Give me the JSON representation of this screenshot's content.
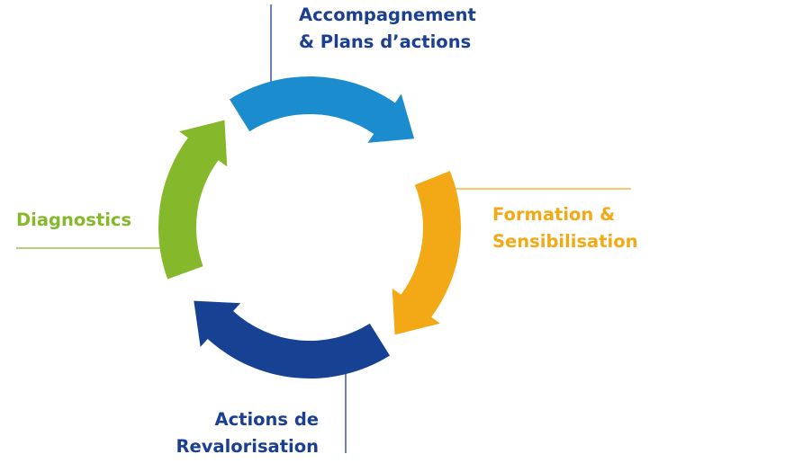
{
  "colors": {
    "blue_dark": "#1b3f92",
    "blue_light": "#1b8ccd",
    "orange": "#f3a915",
    "green": "#86b82b",
    "background": "#ffffff"
  },
  "icons": [
    "arrow-head-icon"
  ],
  "steps": [
    {
      "id": "accompagnement",
      "line1": "Accompagnement",
      "line2": "& Plans d’actions",
      "color": "#1b3f92",
      "arc_color": "#1b8ccd"
    },
    {
      "id": "formation",
      "line1": "Formation &",
      "line2": "Sensibilisation",
      "color": "#f3a915",
      "arc_color": "#f3a915"
    },
    {
      "id": "actions",
      "line1": "Actions de",
      "line2": "Revalorisation",
      "color": "#1b3f92",
      "arc_color": "#174293"
    },
    {
      "id": "diagnostics",
      "line1": "Diagnostics",
      "line2": "",
      "color": "#86b82b",
      "arc_color": "#86b82b"
    }
  ]
}
